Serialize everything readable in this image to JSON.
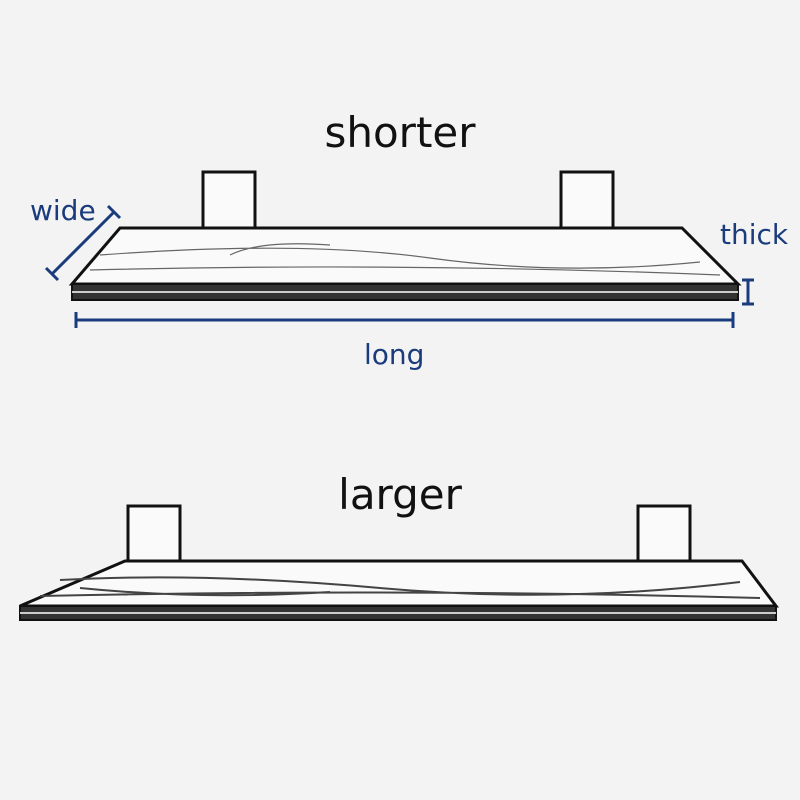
{
  "labels": {
    "top_title": "shorter",
    "bottom_title": "larger",
    "wide": "wide",
    "thick": "thick",
    "long": "long"
  },
  "colors": {
    "dimension": "#1b3c7c",
    "ink": "#111111",
    "background": "#f3f3f3"
  }
}
